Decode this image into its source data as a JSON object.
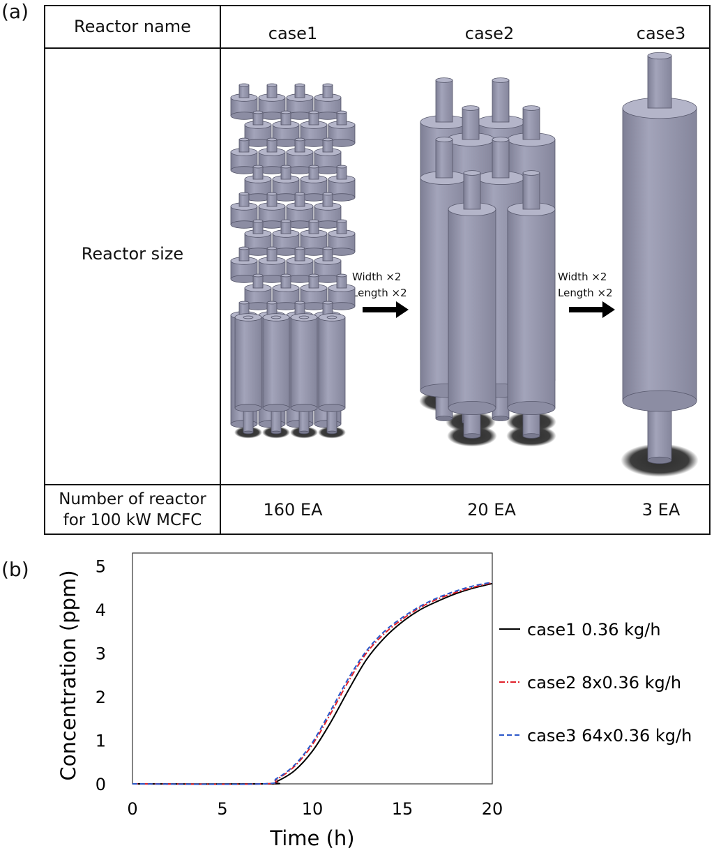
{
  "panel_a": {
    "label": "(a)",
    "header_col": "Reactor name",
    "cases": [
      "case1",
      "case2",
      "case3"
    ],
    "row_size_label": "Reactor size",
    "row_count_label_line1": "Number of reactor",
    "row_count_label_line2": "for 100 kW MCFC",
    "counts": [
      "160 EA",
      "20 EA",
      "3 EA"
    ],
    "arrow1": {
      "line1": "Width  ×2",
      "line2": "Length ×2"
    },
    "arrow2": {
      "line1": "Width  ×2",
      "line2": "Length ×2"
    },
    "reactor_color": "#9c9db3",
    "shadow_color": "#3a3a3a"
  },
  "panel_b": {
    "label": "(b)",
    "legend": [
      {
        "text": "case1 0.36 kg/h",
        "color": "#000000",
        "dash": "solid"
      },
      {
        "text": "case2 8x0.36 kg/h",
        "color": "#e0202a",
        "dash": "dashdot"
      },
      {
        "text": "case3 64x0.36 kg/h",
        "color": "#2a57c9",
        "dash": "dashed"
      }
    ]
  },
  "chart_data": {
    "type": "line",
    "title": "",
    "xlabel": "Time (h)",
    "ylabel": "Concentration (ppm)",
    "xlim": [
      0,
      20
    ],
    "ylim": [
      0,
      5.3
    ],
    "xticks": [
      0,
      5,
      10,
      15,
      20
    ],
    "yticks": [
      0,
      1,
      2,
      3,
      4,
      5
    ],
    "grid": false,
    "legend_position": "right",
    "series": [
      {
        "name": "case1 0.36 kg/h",
        "color": "#000000",
        "x": [
          0,
          7.5,
          8,
          9,
          10,
          11,
          12,
          13,
          14,
          15,
          16,
          17,
          18,
          19,
          20
        ],
        "y": [
          0,
          0,
          0.05,
          0.3,
          0.75,
          1.4,
          2.15,
          2.85,
          3.35,
          3.72,
          4.0,
          4.2,
          4.37,
          4.5,
          4.6
        ]
      },
      {
        "name": "case2 8x0.36 kg/h",
        "color": "#e0202a",
        "x": [
          0,
          7.3,
          8,
          9,
          10,
          11,
          12,
          13,
          14,
          15,
          16,
          17,
          18,
          19,
          20
        ],
        "y": [
          0,
          0,
          0.1,
          0.4,
          0.9,
          1.6,
          2.35,
          3.0,
          3.45,
          3.78,
          4.05,
          4.25,
          4.4,
          4.52,
          4.62
        ]
      },
      {
        "name": "case3 64x0.36 kg/h",
        "color": "#2a57c9",
        "x": [
          0,
          7.2,
          8,
          9,
          10,
          11,
          12,
          13,
          14,
          15,
          16,
          17,
          18,
          19,
          20
        ],
        "y": [
          0,
          0,
          0.12,
          0.43,
          0.95,
          1.67,
          2.42,
          3.05,
          3.5,
          3.82,
          4.08,
          4.28,
          4.43,
          4.55,
          4.63
        ]
      }
    ]
  }
}
